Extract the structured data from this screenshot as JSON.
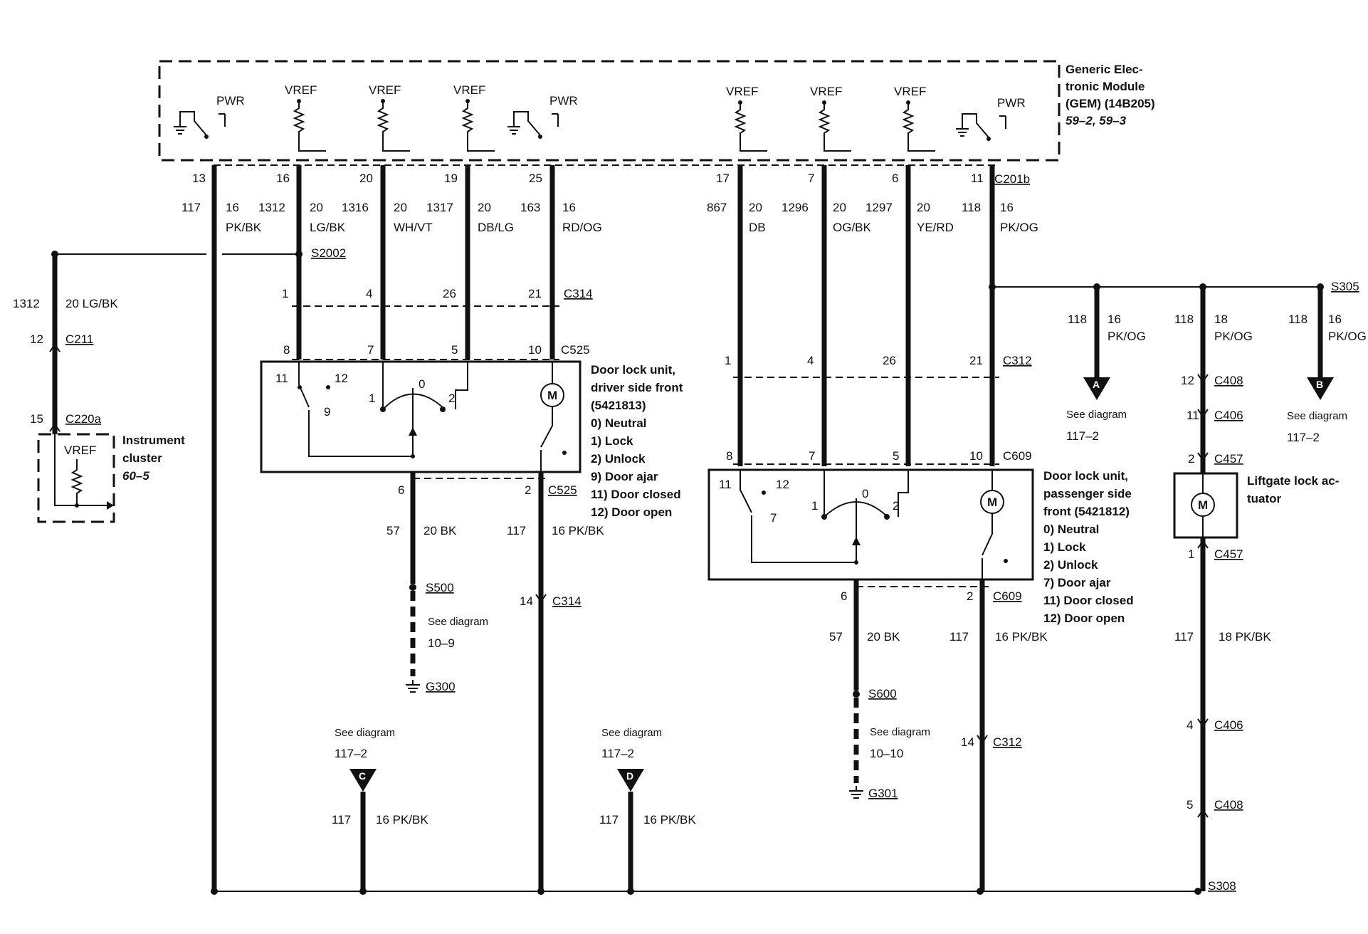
{
  "gem": {
    "title_lines": [
      "Generic Elec-",
      "tronic Module",
      "(GEM) (14B205)"
    ],
    "refs": "59–2, 59–3",
    "connector": "C201b",
    "pwr": "PWR",
    "vref": "VREF"
  },
  "gem_pins": [
    {
      "pin": "13",
      "circuit": "117",
      "gauge": "16",
      "color": "PK/BK"
    },
    {
      "pin": "16",
      "circuit": "1312",
      "gauge": "20",
      "color": "LG/BK"
    },
    {
      "pin": "20",
      "circuit": "1316",
      "gauge": "20",
      "color": "WH/VT"
    },
    {
      "pin": "19",
      "circuit": "1317",
      "gauge": "20",
      "color": "DB/LG"
    },
    {
      "pin": "25",
      "circuit": "163",
      "gauge": "16",
      "color": "RD/OG"
    },
    {
      "pin": "17",
      "circuit": "867",
      "gauge": "20",
      "color": "DB"
    },
    {
      "pin": "7",
      "circuit": "1296",
      "gauge": "20",
      "color": "OG/BK"
    },
    {
      "pin": "6",
      "circuit": "1297",
      "gauge": "20",
      "color": "YE/RD"
    },
    {
      "pin": "11",
      "circuit": "118",
      "gauge": "16",
      "color": "PK/OG"
    }
  ],
  "splices": {
    "s2002": "S2002",
    "s305": "S305",
    "s308": "S308",
    "s500": "S500",
    "s600": "S600"
  },
  "instrument_cluster": {
    "lines": [
      "Instrument",
      "cluster"
    ],
    "ref": "60–5",
    "vref": "VREF",
    "wire_circuit": "1312",
    "wire_spec": "20 LG/BK",
    "c211_pin": "12",
    "c211": "C211",
    "c220a_pin": "15",
    "c220a": "C220a"
  },
  "connectors": {
    "c314": "C314",
    "c525": "C525",
    "c312": "C312",
    "c609": "C609",
    "c408": "C408",
    "c406": "C406",
    "c457": "C457"
  },
  "c314_pins": [
    "1",
    "4",
    "26",
    "21"
  ],
  "c525_pins": [
    "8",
    "7",
    "5",
    "10"
  ],
  "c312_pins": [
    "1",
    "4",
    "26",
    "21"
  ],
  "c609_pins": [
    "8",
    "7",
    "5",
    "10"
  ],
  "driver_lock": {
    "title_lines": [
      "Door lock unit,",
      "driver side front",
      "(5421813)"
    ],
    "legend": [
      "0)  Neutral",
      "1)  Lock",
      "2)  Unlock",
      "9)  Door ajar",
      "11) Door closed",
      "12) Door open"
    ],
    "sw": {
      "p11": "11",
      "p12": "12",
      "p9": "9",
      "p1": "1",
      "p0": "0",
      "p2": "2"
    },
    "motor": "M",
    "bottom_pin_left": "6",
    "bottom_pin_right": "2",
    "bottom_conn": "C525",
    "ground_circuit": "57",
    "ground_spec": "20 BK",
    "right_circuit": "117",
    "right_spec": "16 PK/BK",
    "c314_pin": "14",
    "c314": "C314",
    "see": "See diagram",
    "see_ref": "10–9",
    "ground": "G300"
  },
  "passenger_lock": {
    "title_lines": [
      "Door lock unit,",
      "passenger side",
      "front (5421812)"
    ],
    "legend": [
      "0)    Neutral",
      "1)    Lock",
      "2)    Unlock",
      "7)    Door ajar",
      "11)  Door closed",
      "12)  Door open"
    ],
    "sw": {
      "p11": "11",
      "p12": "12",
      "p7": "7",
      "p1": "1",
      "p0": "0",
      "p2": "2"
    },
    "motor": "M",
    "bottom_pin_left": "6",
    "bottom_pin_right": "2",
    "bottom_conn": "C609",
    "ground_circuit": "57",
    "ground_spec": "20 BK",
    "right_circuit": "117",
    "right_spec": "16 PK/BK",
    "c312_pin": "14",
    "c312": "C312",
    "see": "See diagram",
    "see_ref": "10–10",
    "ground": "G301"
  },
  "branches_118": [
    {
      "circuit": "118",
      "gauge": "16",
      "color": "PK/OG",
      "letter": "A",
      "see": "See diagram",
      "ref": "117–2"
    },
    {
      "circuit": "118",
      "gauge": "18",
      "color": "PK/OG"
    },
    {
      "circuit": "118",
      "gauge": "16",
      "color": "PK/OG",
      "letter": "B",
      "see": "See diagram",
      "ref": "117–2"
    }
  ],
  "liftgate": {
    "title_lines": [
      "Liftgate lock ac-",
      "tuator"
    ],
    "motor": "M",
    "c408_top_pin": "12",
    "c406_top_pin": "11",
    "c457_top_pin": "2",
    "c457_bottom_pin": "1",
    "wire_circuit": "117",
    "wire_spec": "18 PK/BK",
    "c406_bottom_pin": "4",
    "c408_bottom_pin": "5"
  },
  "bottom_refs": [
    {
      "see": "See diagram",
      "ref": "117–2",
      "letter": "C",
      "circuit": "117",
      "spec": "16 PK/BK"
    },
    {
      "see": "See diagram",
      "ref": "117–2",
      "letter": "D",
      "circuit": "117",
      "spec": "16 PK/BK"
    }
  ]
}
